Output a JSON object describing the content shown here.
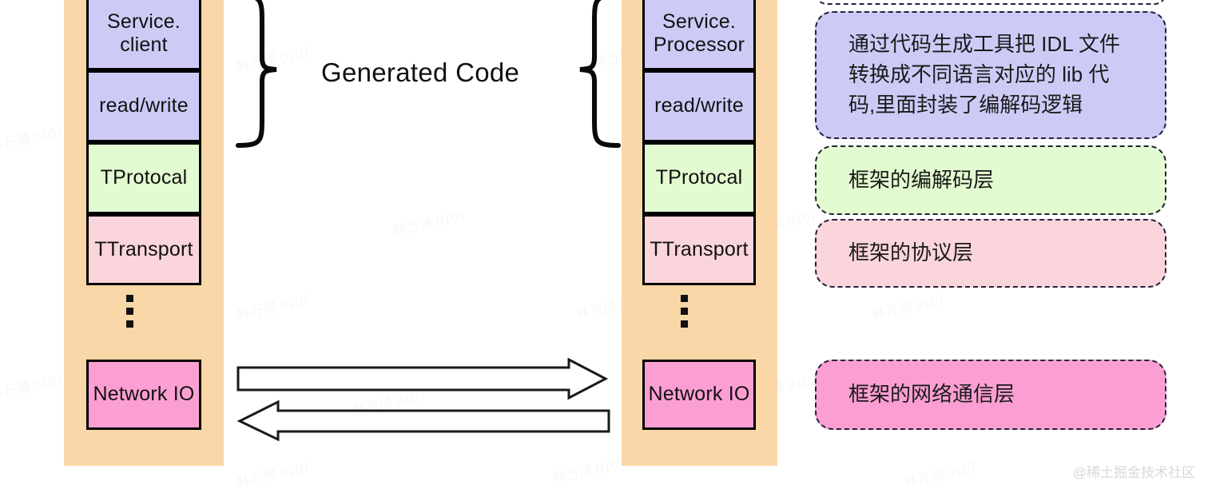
{
  "diagram": {
    "title_label": "Generated Code",
    "columns": {
      "client": {
        "name": "client-stack",
        "layers": [
          {
            "label": "Service.\nclient",
            "color": "#cdcbf6"
          },
          {
            "label": "read/write",
            "color": "#cdcbf6"
          },
          {
            "label": "TProtocal",
            "color": "#e3fbd0"
          },
          {
            "label": "TTransport",
            "color": "#fad5dc"
          },
          {
            "label": "Network IO",
            "color": "#fb9fd3"
          }
        ]
      },
      "server": {
        "name": "server-stack",
        "layers": [
          {
            "label": "Service.\nProcessor",
            "color": "#cdcbf6"
          },
          {
            "label": "read/write",
            "color": "#cdcbf6"
          },
          {
            "label": "TProtocal",
            "color": "#e3fbd0"
          },
          {
            "label": "TTransport",
            "color": "#fad5dc"
          },
          {
            "label": "Network IO",
            "color": "#fb9fd3"
          }
        ]
      }
    },
    "client_layer_0": "Service.",
    "client_layer_0b": "client",
    "client_layer_1": "read/write",
    "client_layer_2": "TProtocal",
    "client_layer_3": "TTransport",
    "client_layer_4": "Network IO",
    "server_layer_0": "Service.",
    "server_layer_0b": "Processor",
    "server_layer_1": "read/write",
    "server_layer_2": "TProtocal",
    "server_layer_3": "TTransport",
    "server_layer_4": "Network IO",
    "arrows": [
      {
        "name": "request-arrow",
        "direction": "right"
      },
      {
        "name": "response-arrow",
        "direction": "left"
      }
    ]
  },
  "annotations": [
    {
      "id": "codegen-note",
      "text": "通过代码生成工具把 IDL 文件转换成不同语言对应的 lib 代码,里面封装了编解码逻辑",
      "color": "#cdcbf6"
    },
    {
      "id": "codec-layer-note",
      "text": "框架的编解码层",
      "color": "#e3fbd0"
    },
    {
      "id": "protocol-layer-note",
      "text": "框架的协议层",
      "color": "#fad5dc"
    },
    {
      "id": "network-layer-note",
      "text": "框架的网络通信层",
      "color": "#fb9fd3"
    }
  ],
  "annotation_0_text": "通过代码生成工具把 IDL 文件转换成不同语言对应的 lib 代码,里面封装了编解码逻辑",
  "annotation_1_text": "框架的编解码层",
  "annotation_2_text": "框架的协议层",
  "annotation_3_text": "框架的网络通信层",
  "watermark": {
    "tile_text": "林万博 0107",
    "corner_text": "@稀土掘金技术社区"
  }
}
